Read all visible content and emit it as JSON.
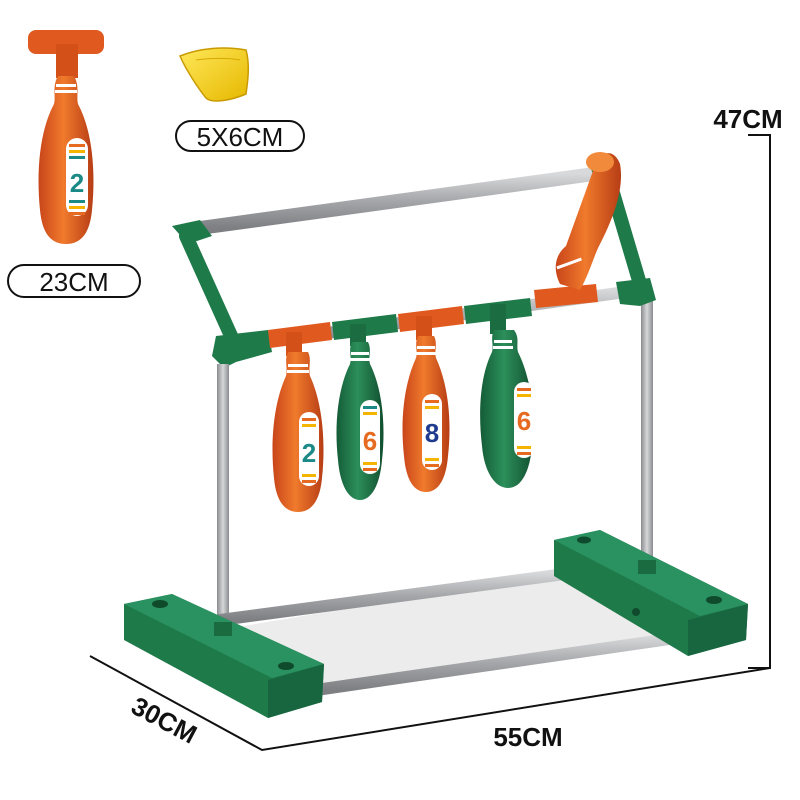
{
  "labels": {
    "pin_size": "23CM",
    "bag_size": "5X6CM",
    "height": "47CM",
    "width": "55CM",
    "depth": "30CM"
  },
  "pin_numbers": {
    "sample": "2",
    "pin1": "2",
    "pin2": "6",
    "pin3": "8",
    "pin4": "6"
  },
  "colors": {
    "orange": "#e0591f",
    "green": "#1f7a4a",
    "steel": "#a9abae",
    "yellow": "#f5d10f",
    "number_blue": "#1f3b8f",
    "number_orange": "#e66a1f",
    "number_teal": "#1b8a86"
  }
}
